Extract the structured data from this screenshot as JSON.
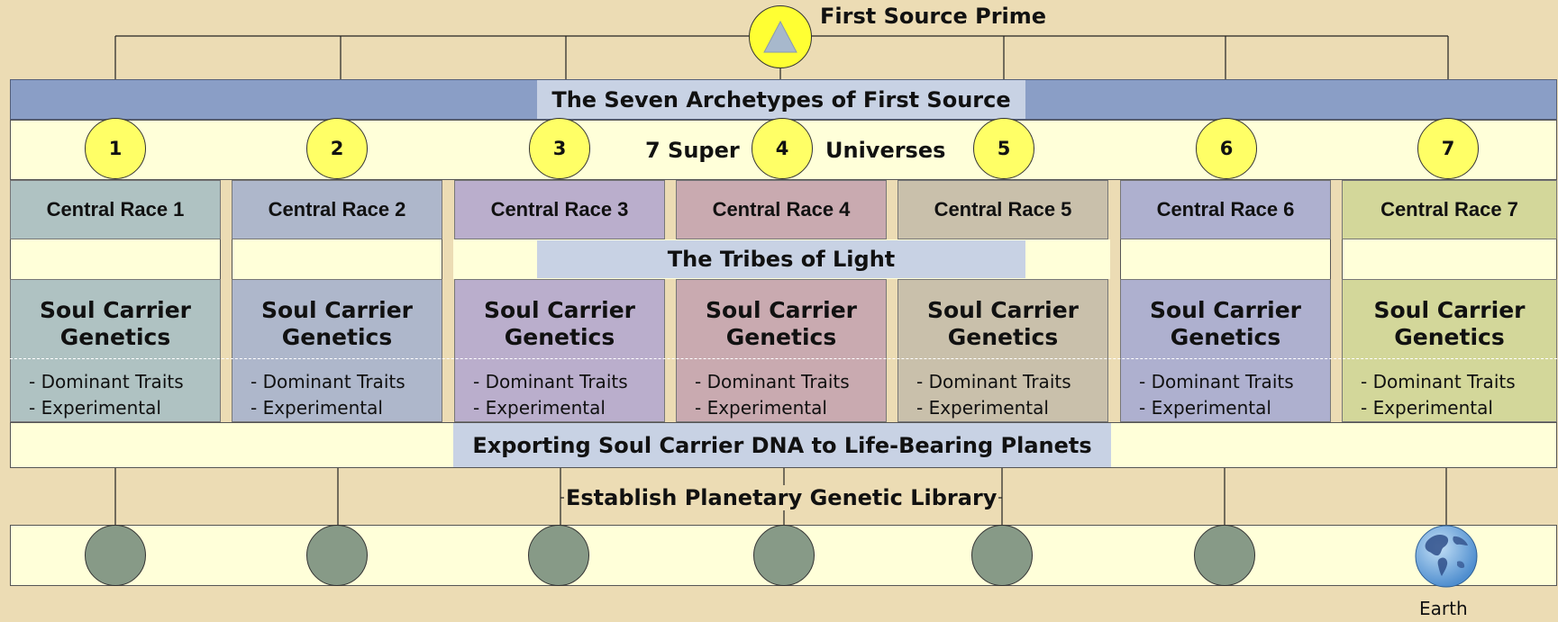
{
  "title": "First Source Prime",
  "archetypes_label": "The Seven Archetypes of First Source",
  "universes": {
    "label_left": "7 Super",
    "label_right": "Universes",
    "numbers": [
      "1",
      "2",
      "3",
      "4",
      "5",
      "6",
      "7"
    ]
  },
  "central_races": [
    {
      "label": "Central Race 1",
      "color": "#afc2c2"
    },
    {
      "label": "Central Race 2",
      "color": "#aeb7cb"
    },
    {
      "label": "Central Race 3",
      "color": "#baaecc"
    },
    {
      "label": "Central Race 4",
      "color": "#c9aab0"
    },
    {
      "label": "Central Race 5",
      "color": "#c9c0ab"
    },
    {
      "label": "Central Race 6",
      "color": "#aeb0cf"
    },
    {
      "label": "Central Race 7",
      "color": "#d3d79a"
    }
  ],
  "tribes_label": "The Tribes of Light",
  "genetics": {
    "title_line1": "Soul Carrier",
    "title_line2": "Genetics",
    "trait1": "- Dominant Traits",
    "trait2": "- Experimental"
  },
  "export_label": "Exporting Soul Carrier DNA to Life-Bearing Planets",
  "library_label": "Establish Planetary Genetic Library",
  "earth_label": "Earth",
  "colors": {
    "background": "#ecdcb4",
    "band_blue": "#8a9ec6",
    "band_yellow": "#ffffd9",
    "circle_yellow": "#ffff66",
    "planet": "#879a87",
    "highlight": "#c8d2e4"
  },
  "icons": {
    "prime": "triangle-icon",
    "earth": "globe-icon"
  }
}
